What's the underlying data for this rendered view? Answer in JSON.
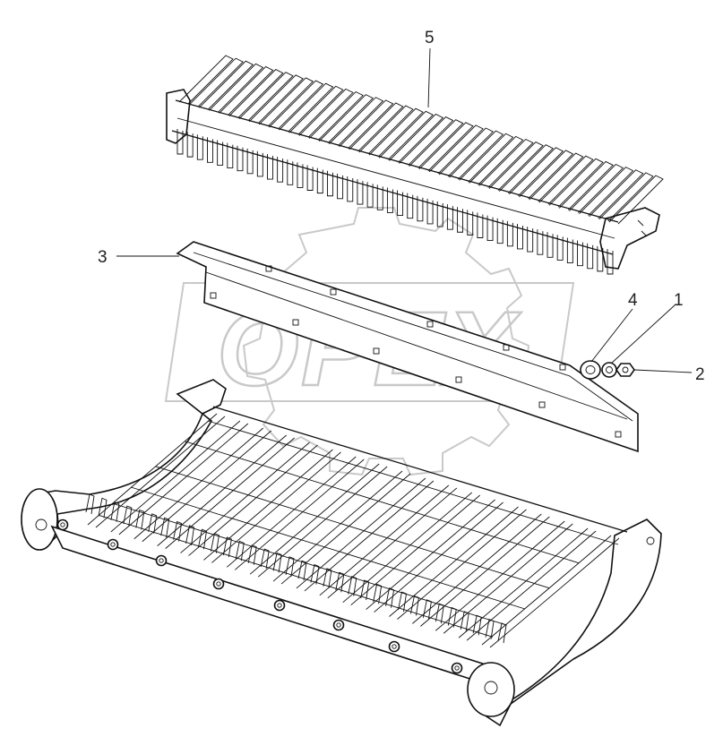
{
  "watermark": {
    "text": "OPEX",
    "color": "#c9c9c9"
  },
  "callouts": [
    {
      "id": "5",
      "label": "5"
    },
    {
      "id": "3",
      "label": "3"
    },
    {
      "id": "4",
      "label": "4"
    },
    {
      "id": "1",
      "label": "1"
    },
    {
      "id": "2",
      "label": "2"
    }
  ],
  "parts": {
    "tine_rake": "5",
    "cover_plate": "3",
    "washer": "4",
    "ring": "1",
    "nut": "2"
  }
}
